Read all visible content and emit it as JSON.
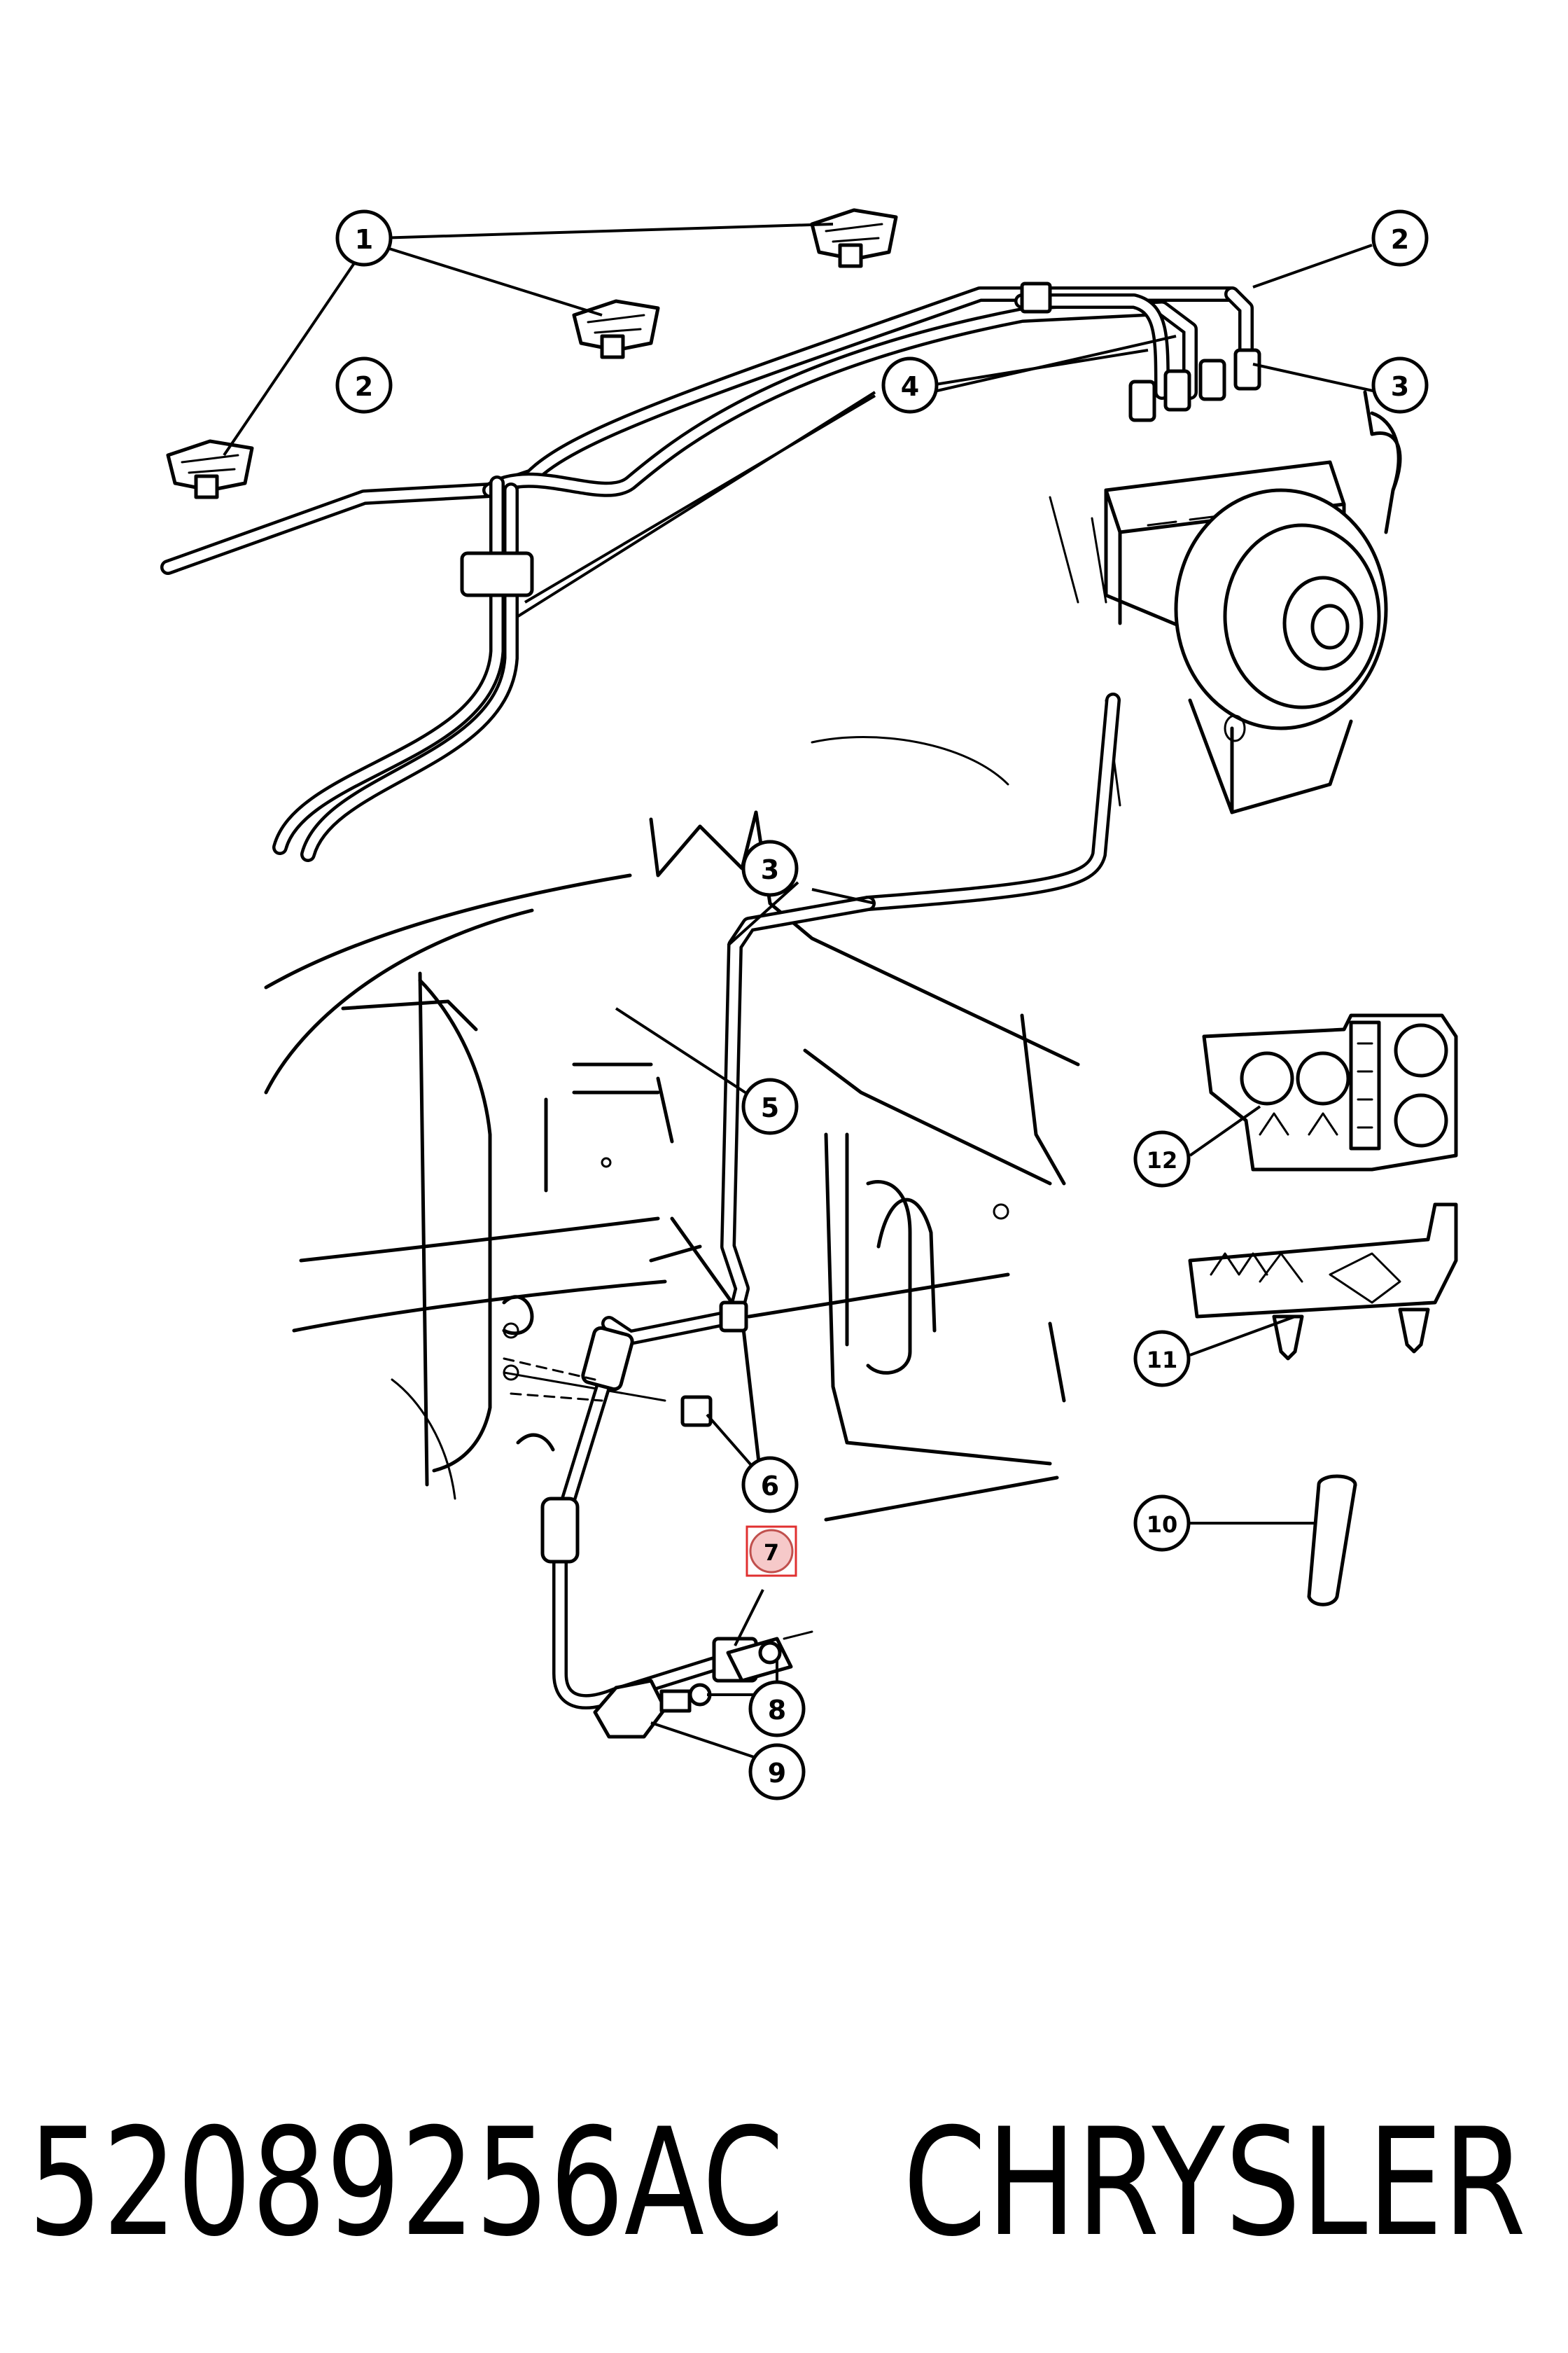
{
  "part_number": "52089256AC",
  "brand": "CHRYSLER",
  "callouts": [
    "1",
    "2",
    "3",
    "4",
    "5",
    "6",
    "7",
    "8",
    "9",
    "10",
    "11",
    "12"
  ],
  "highlighted_callout": "7",
  "highlight_color": "#e03030"
}
